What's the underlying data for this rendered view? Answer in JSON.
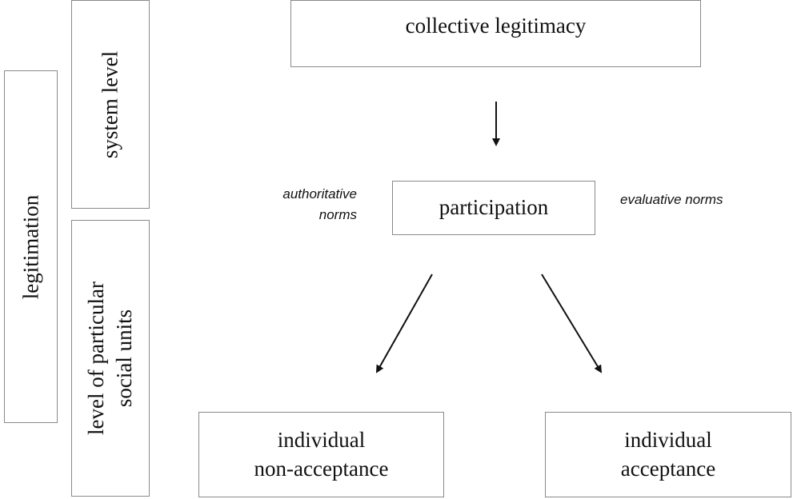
{
  "diagram": {
    "left_label": "legitimation",
    "levels": {
      "system": "system level",
      "particular_line1": "level of particular",
      "particular_line2": "social units"
    },
    "nodes": {
      "collective": "collective legitimacy",
      "participation": "participation",
      "non_acceptance_line1": "individual",
      "non_acceptance_line2": "non-acceptance",
      "acceptance_line1": "individual",
      "acceptance_line2": "acceptance"
    },
    "annotations": {
      "authoritative_line1": "authoritative",
      "authoritative_line2": "norms",
      "evaluative": "evaluative norms"
    }
  }
}
